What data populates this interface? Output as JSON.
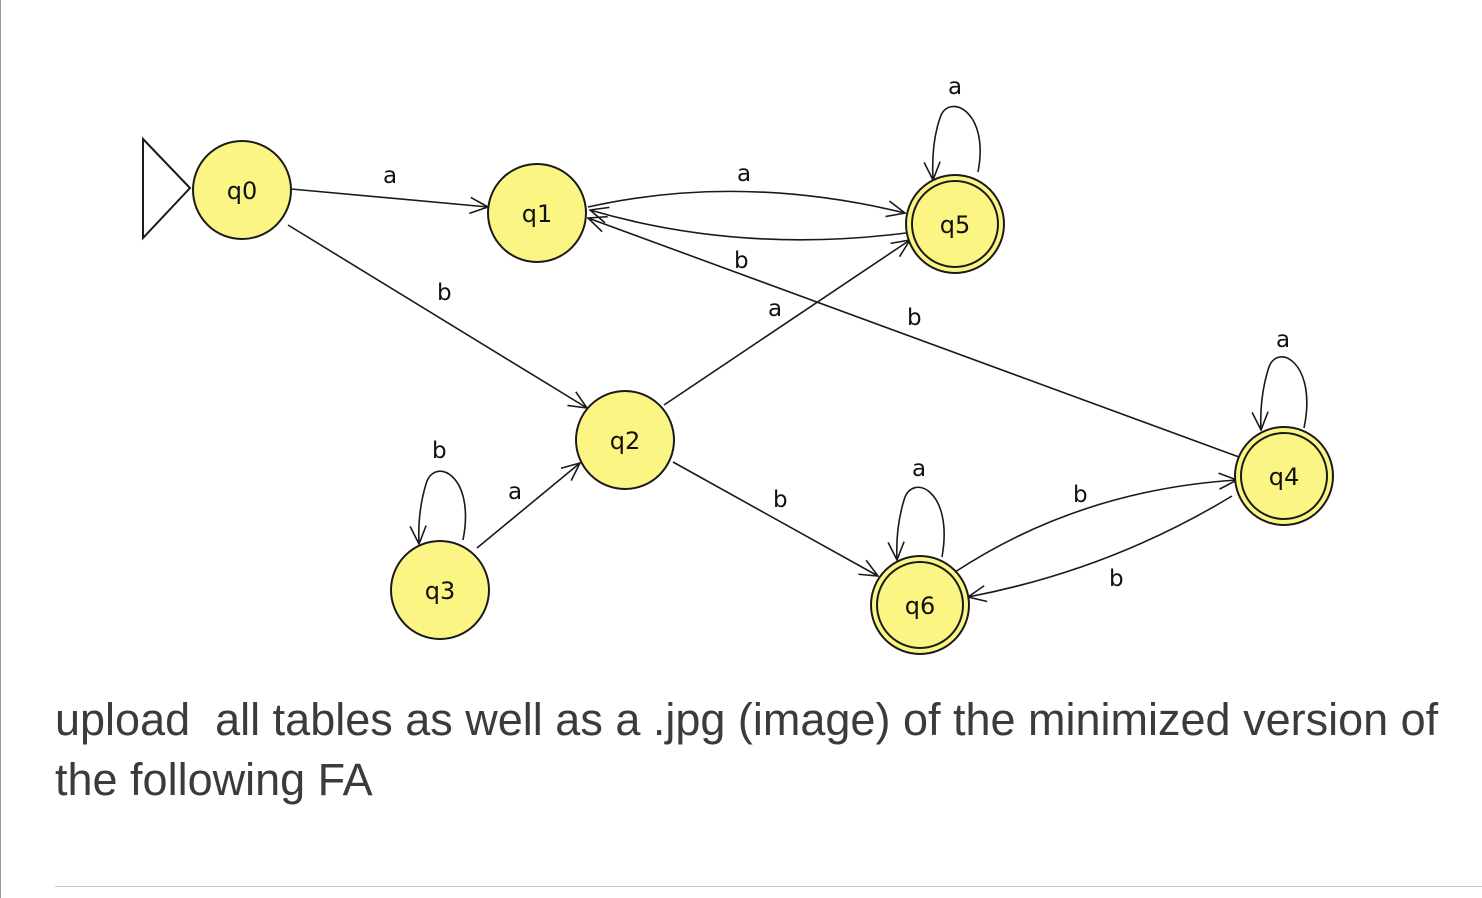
{
  "diagram": {
    "start_state": "q0",
    "states": [
      {
        "id": "q0",
        "label": "q0",
        "final": false
      },
      {
        "id": "q1",
        "label": "q1",
        "final": false
      },
      {
        "id": "q2",
        "label": "q2",
        "final": false
      },
      {
        "id": "q3",
        "label": "q3",
        "final": false
      },
      {
        "id": "q4",
        "label": "q4",
        "final": true
      },
      {
        "id": "q5",
        "label": "q5",
        "final": true
      },
      {
        "id": "q6",
        "label": "q6",
        "final": true
      }
    ],
    "transitions": [
      {
        "from": "q0",
        "to": "q1",
        "symbol": "a"
      },
      {
        "from": "q0",
        "to": "q2",
        "symbol": "b"
      },
      {
        "from": "q1",
        "to": "q5",
        "symbol": "a"
      },
      {
        "from": "q5",
        "to": "q1",
        "symbol": "b"
      },
      {
        "from": "q4",
        "to": "q1",
        "symbol": "b"
      },
      {
        "from": "q5",
        "to": "q5",
        "symbol": "a"
      },
      {
        "from": "q2",
        "to": "q5",
        "symbol": "a"
      },
      {
        "from": "q2",
        "to": "q6",
        "symbol": "b"
      },
      {
        "from": "q3",
        "to": "q3",
        "symbol": "b"
      },
      {
        "from": "q3",
        "to": "q2",
        "symbol": "a"
      },
      {
        "from": "q4",
        "to": "q4",
        "symbol": "a"
      },
      {
        "from": "q6",
        "to": "q6",
        "symbol": "a"
      },
      {
        "from": "q6",
        "to": "q4",
        "symbol": "b"
      },
      {
        "from": "q4",
        "to": "q6",
        "symbol": "b"
      }
    ],
    "colors": {
      "state_fill": "#fbf584",
      "stroke": "#1a1a1a"
    }
  },
  "instructions": "upload  all tables as well as a .jpg (image) of the minimized version of the following FA"
}
